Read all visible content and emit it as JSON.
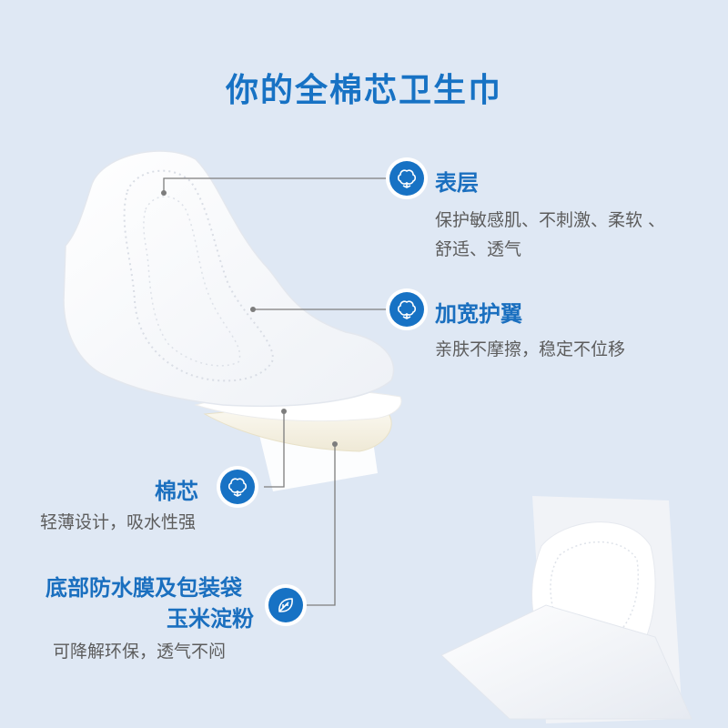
{
  "title": "你的全棉芯卫生巾",
  "features": [
    {
      "heading": "表层",
      "icon": "cotton-flower-icon",
      "desc_lines": [
        "保护敏感肌、不刺激、柔软 、",
        "舒适、透气"
      ]
    },
    {
      "heading": "加宽护翼",
      "icon": "cotton-flower-icon",
      "desc_lines": [
        "亲肤不摩擦，稳定不位移"
      ]
    },
    {
      "heading": "棉芯",
      "icon": "cotton-flower-icon",
      "desc_lines": [
        "轻薄设计，吸水性强"
      ]
    },
    {
      "heading_lines": [
        "底部防水膜及包装袋",
        "玉米淀粉"
      ],
      "icon": "leaf-icon",
      "desc_lines": [
        "可降解环保，透气不闷"
      ]
    }
  ],
  "colors": {
    "background": "#dfe8f4",
    "accent": "#1772c4",
    "heading": "#1a6fbf",
    "text": "#5c5c5c"
  }
}
